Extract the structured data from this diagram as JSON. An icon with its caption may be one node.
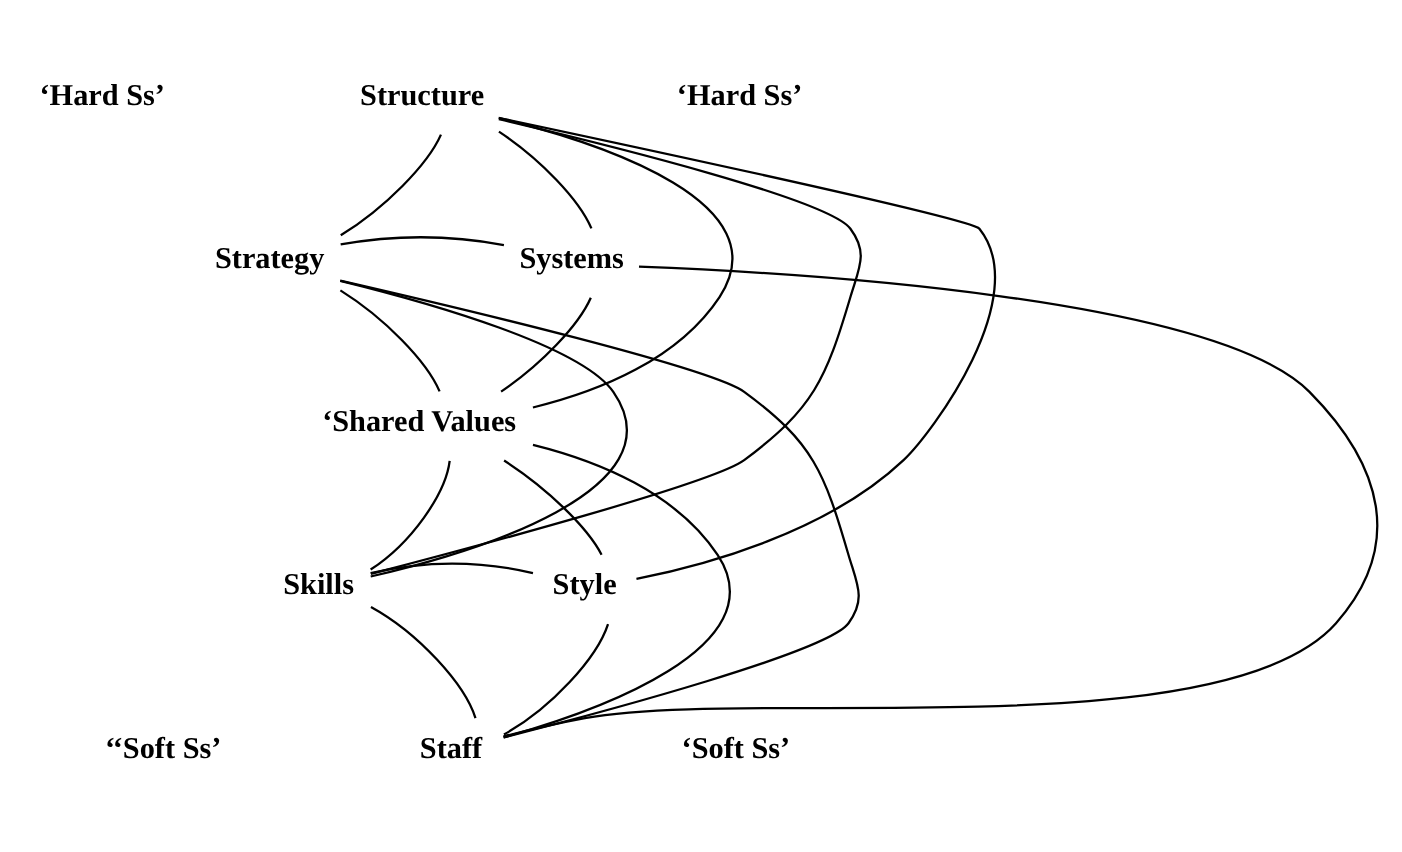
{
  "diagram": {
    "nodes": [
      {
        "text": [
          "Structure"
        ]
      },
      {
        "text": [
          "Strategy"
        ]
      },
      {
        "text": [
          "Systems"
        ]
      },
      {
        "text": [
          "‘Shared Values"
        ]
      },
      {
        "text": [
          "Skills"
        ]
      },
      {
        "text": [
          "Style"
        ]
      },
      {
        "text": [
          "Staff"
        ]
      }
    ],
    "edges": [
      {
        "from": 0,
        "to": 1,
        "arrow": "none"
      },
      {
        "from": 0,
        "to": 2,
        "arrow": "none"
      },
      {
        "from": 0,
        "to": 3,
        "arrow": "none"
      },
      {
        "from": 0,
        "to": 4,
        "arrow": "none"
      },
      {
        "from": 0,
        "to": 5,
        "arrow": "none"
      },
      {
        "from": 1,
        "to": 2,
        "arrow": "none"
      },
      {
        "from": 1,
        "to": 3,
        "arrow": "none"
      },
      {
        "from": 2,
        "to": 3,
        "arrow": "none"
      },
      {
        "from": 1,
        "to": 4,
        "arrow": "none"
      },
      {
        "from": 1,
        "to": 6,
        "arrow": "none"
      },
      {
        "from": 2,
        "to": 6,
        "arrow": "none"
      },
      {
        "from": 4,
        "to": 3,
        "arrow": "none"
      },
      {
        "from": 5,
        "to": 3,
        "arrow": "none"
      },
      {
        "from": 4,
        "to": 5,
        "arrow": "none"
      },
      {
        "from": 3,
        "to": 6,
        "arrow": "none"
      },
      {
        "from": 4,
        "to": 6,
        "arrow": "none"
      },
      {
        "from": 5,
        "to": 6,
        "arrow": "none"
      }
    ],
    "labels": [
      "‘Hard Ss’",
      "‘Hard Ss’",
      "‘‘Soft Ss’",
      "‘Soft Ss’"
    ]
  }
}
